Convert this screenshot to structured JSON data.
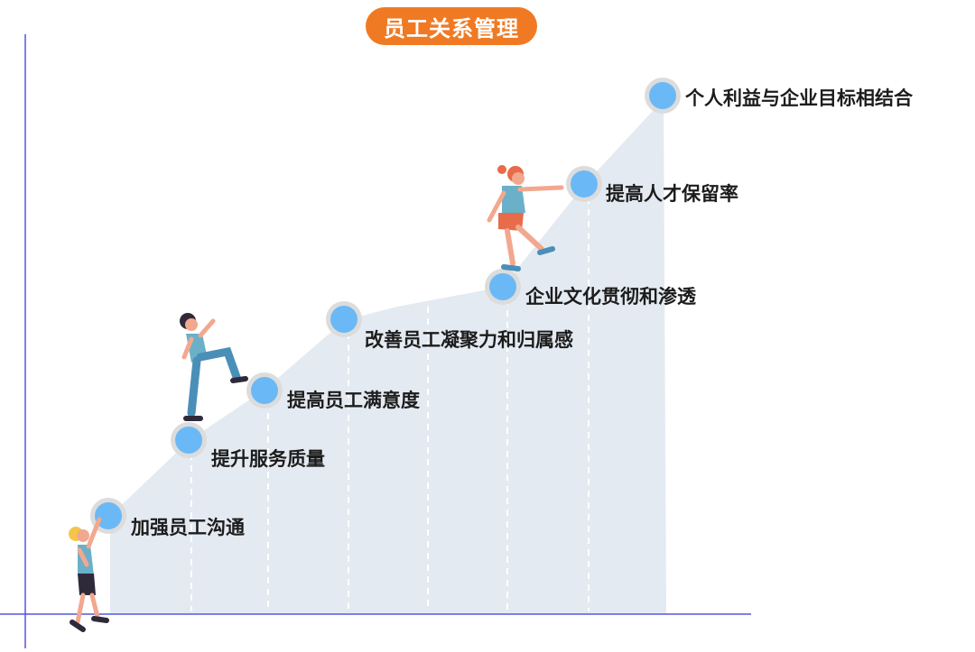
{
  "title": "员工关系管理",
  "colors": {
    "title_bg": "#f07a23",
    "area_fill": "#e4eaf1",
    "marker_fill": "#6ab9f6",
    "marker_ring": "#dcdcdc",
    "axis_line": "#5555dd"
  },
  "steps": [
    {
      "label": "加强员工沟通"
    },
    {
      "label": "提升服务质量"
    },
    {
      "label": "提高员工满意度"
    },
    {
      "label": "改善员工凝聚力和归属感"
    },
    {
      "label": "企业文化贯彻和渗透"
    },
    {
      "label": "提高人才保留率"
    },
    {
      "label": "个人利益与企业目标相结合"
    }
  ],
  "figures": [
    "climber-child-figure",
    "climber-boy-figure",
    "climber-girl-figure"
  ]
}
